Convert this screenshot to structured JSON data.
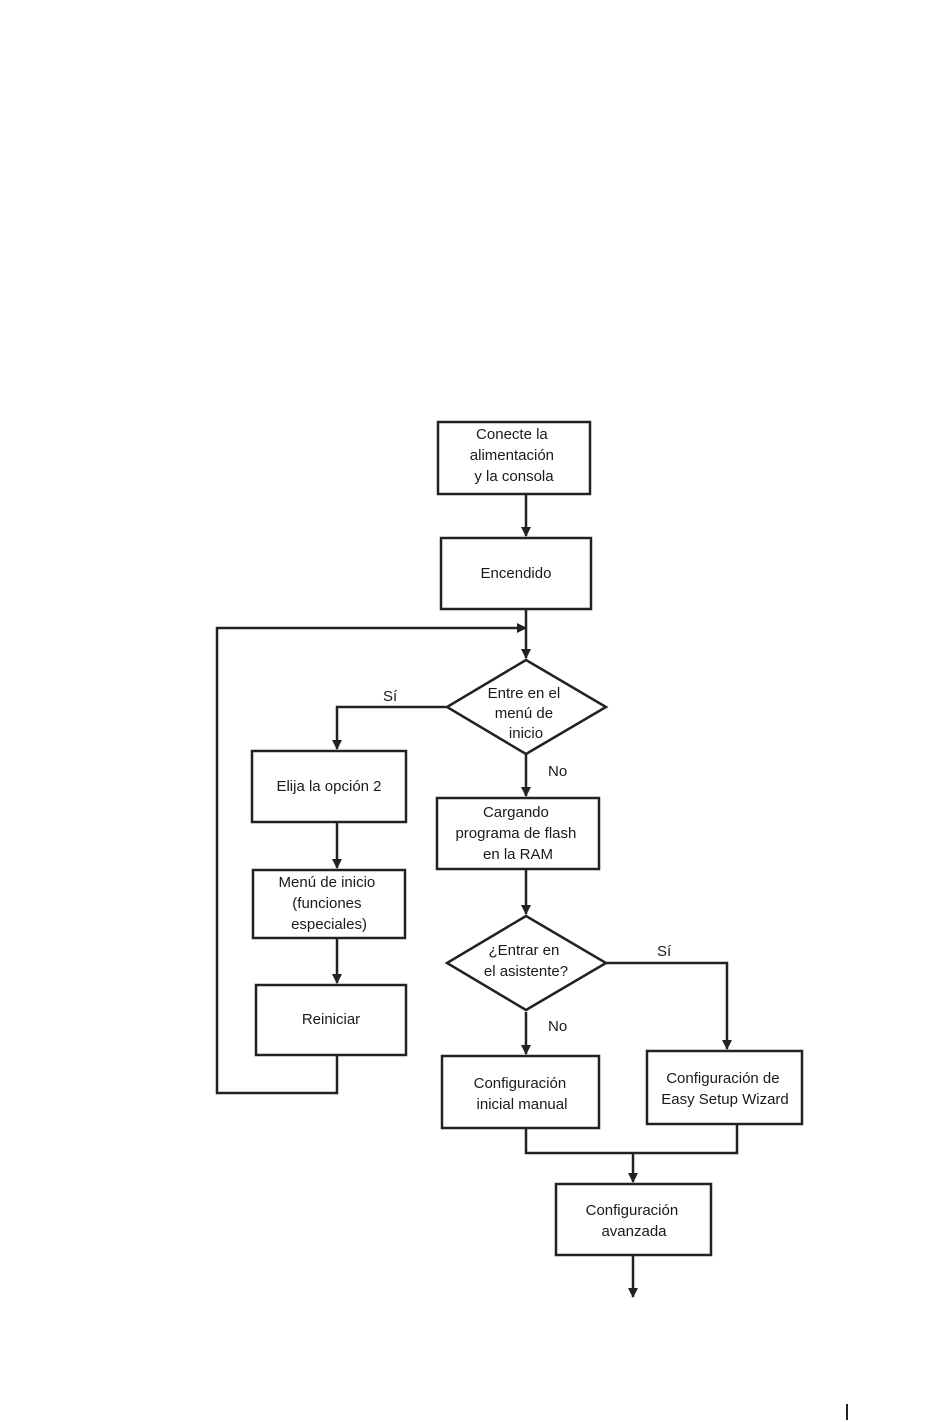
{
  "diagram": {
    "nodes": {
      "connect": {
        "lines": [
          "Conecte la",
          "alimentación",
          "y la consola"
        ]
      },
      "power_on": {
        "lines": [
          "Encendido"
        ]
      },
      "boot_menu_q": {
        "lines": [
          "Entre en el",
          "menú de",
          "inicio"
        ]
      },
      "option2": {
        "lines": [
          "Elija la opción 2"
        ]
      },
      "boot_menu": {
        "lines": [
          "Menú de inicio",
          "(funciones",
          "especiales)"
        ]
      },
      "restart": {
        "lines": [
          "Reiniciar"
        ]
      },
      "loading": {
        "lines": [
          "Cargando",
          "programa de flash",
          "en la RAM"
        ]
      },
      "wizard_q": {
        "lines": [
          "¿Entrar en",
          "el asistente?"
        ]
      },
      "manual": {
        "lines": [
          "Configuración",
          "inicial manual"
        ]
      },
      "wizard": {
        "lines": [
          "Configuración de",
          "Easy Setup Wizard"
        ]
      },
      "advanced": {
        "lines": [
          "Configuración",
          "avanzada"
        ]
      }
    },
    "edge_labels": {
      "boot_yes": "Sí",
      "boot_no": "No",
      "wizard_yes": "Sí",
      "wizard_no": "No"
    }
  }
}
